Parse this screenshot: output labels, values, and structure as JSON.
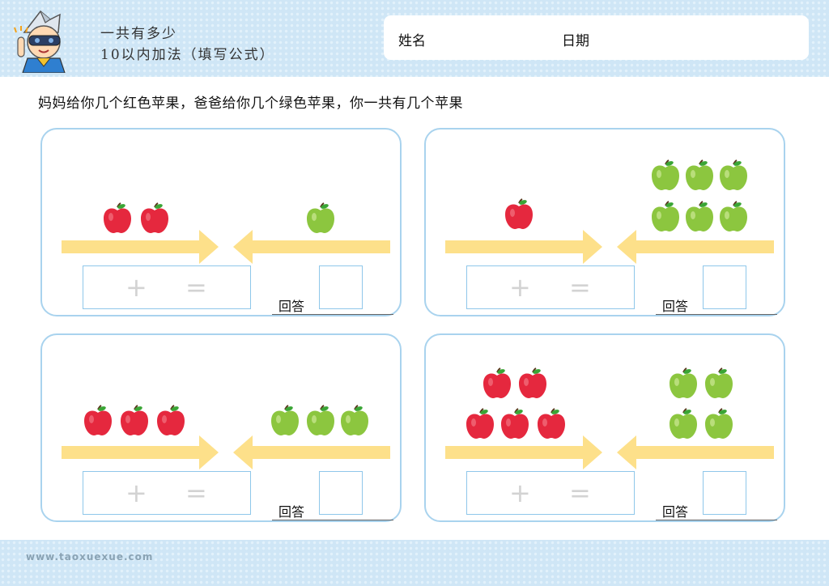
{
  "header": {
    "title": "一共有多少",
    "subtitle": "10以内加法（填写公式）",
    "name_label": "姓名",
    "date_label": "日期"
  },
  "instruction": "妈妈给你几个红色苹果，爸爸给你几个绿色苹果，你一共有几个苹果",
  "problems": [
    {
      "red": 2,
      "green": 1,
      "plus": "+",
      "equals": "=",
      "answer_label": "回答"
    },
    {
      "red": 1,
      "green": 6,
      "plus": "+",
      "equals": "=",
      "answer_label": "回答"
    },
    {
      "red": 3,
      "green": 3,
      "plus": "+",
      "equals": "=",
      "answer_label": "回答"
    },
    {
      "red": 5,
      "green": 4,
      "plus": "+",
      "equals": "=",
      "answer_label": "回答"
    }
  ],
  "colors": {
    "red_apple": "#e5283e",
    "green_apple": "#8cc63f",
    "arrow": "#fde08a",
    "panel_border": "#a9d3ee",
    "header_bg": "#cfe6f6"
  },
  "icons": [
    "red-apple-icon",
    "green-apple-icon",
    "right-arrow-icon",
    "left-arrow-icon",
    "mascot-icon"
  ],
  "footer": {
    "website": "www.taoxuexue.com"
  }
}
